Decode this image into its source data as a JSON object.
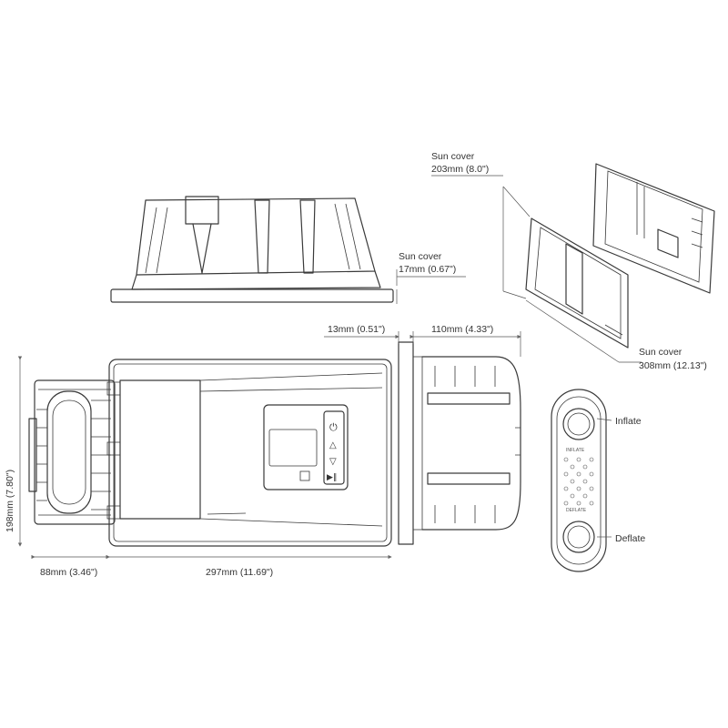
{
  "labels": {
    "sun_cover_1": [
      "Sun cover",
      "17mm (0.67\")"
    ],
    "sun_cover_2": [
      "Sun cover",
      "203mm (8.0\")"
    ],
    "sun_cover_3": [
      "Sun cover",
      "308mm (12.13\")"
    ],
    "dim_13mm": "13mm (0.51\")",
    "dim_110mm": "110mm (4.33\")",
    "dim_198mm": "198mm (7.80\")",
    "dim_88mm": "88mm (3.46\")",
    "dim_297mm": "297mm (11.69\")",
    "inflate": "Inflate",
    "deflate": "Deflate",
    "remote_top_text": "INFLATE",
    "remote_bottom_text": "DEFLATE"
  }
}
